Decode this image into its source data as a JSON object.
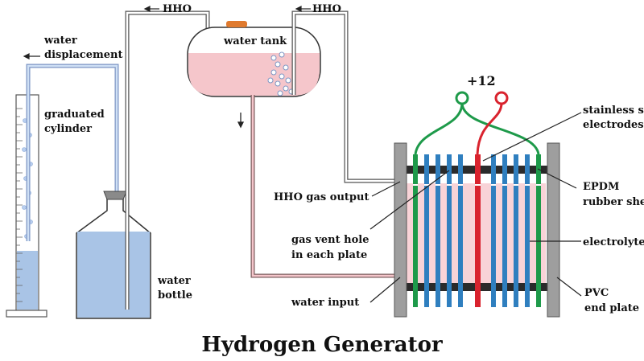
{
  "title": "Hydrogen Generator",
  "labels": {
    "water_displacement_1": "water",
    "water_displacement_2": "displacement",
    "hho_left": "HHO",
    "hho_right": "HHO",
    "water_tank": "water tank",
    "graduated_cylinder_1": "graduated",
    "graduated_cylinder_2": "cylinder",
    "water_bottle_1": "water",
    "water_bottle_2": "bottle",
    "voltage": "+12",
    "stainless_1": "stainless s",
    "stainless_2": "electrodes",
    "epdm_1": "EPDM",
    "epdm_2": "rubber she",
    "hho_gas_output": "HHO gas output",
    "gas_vent_1": "gas vent hole",
    "gas_vent_2": "in each plate",
    "electrolyte": "electrolyte",
    "water_input": "water input",
    "pvc_1": "PVC",
    "pvc_2": "end plate"
  },
  "colors": {
    "water_blue": "#a9c4e6",
    "tank_pink": "#f5c6cb",
    "electrode_blue": "#2f7fbf",
    "electrode_green": "#1e9a4a",
    "electrode_red": "#d9232e",
    "pvc_gray": "#9e9e9e",
    "gasket_dark": "#2b2b2b",
    "cap_orange": "#e07a2e"
  }
}
